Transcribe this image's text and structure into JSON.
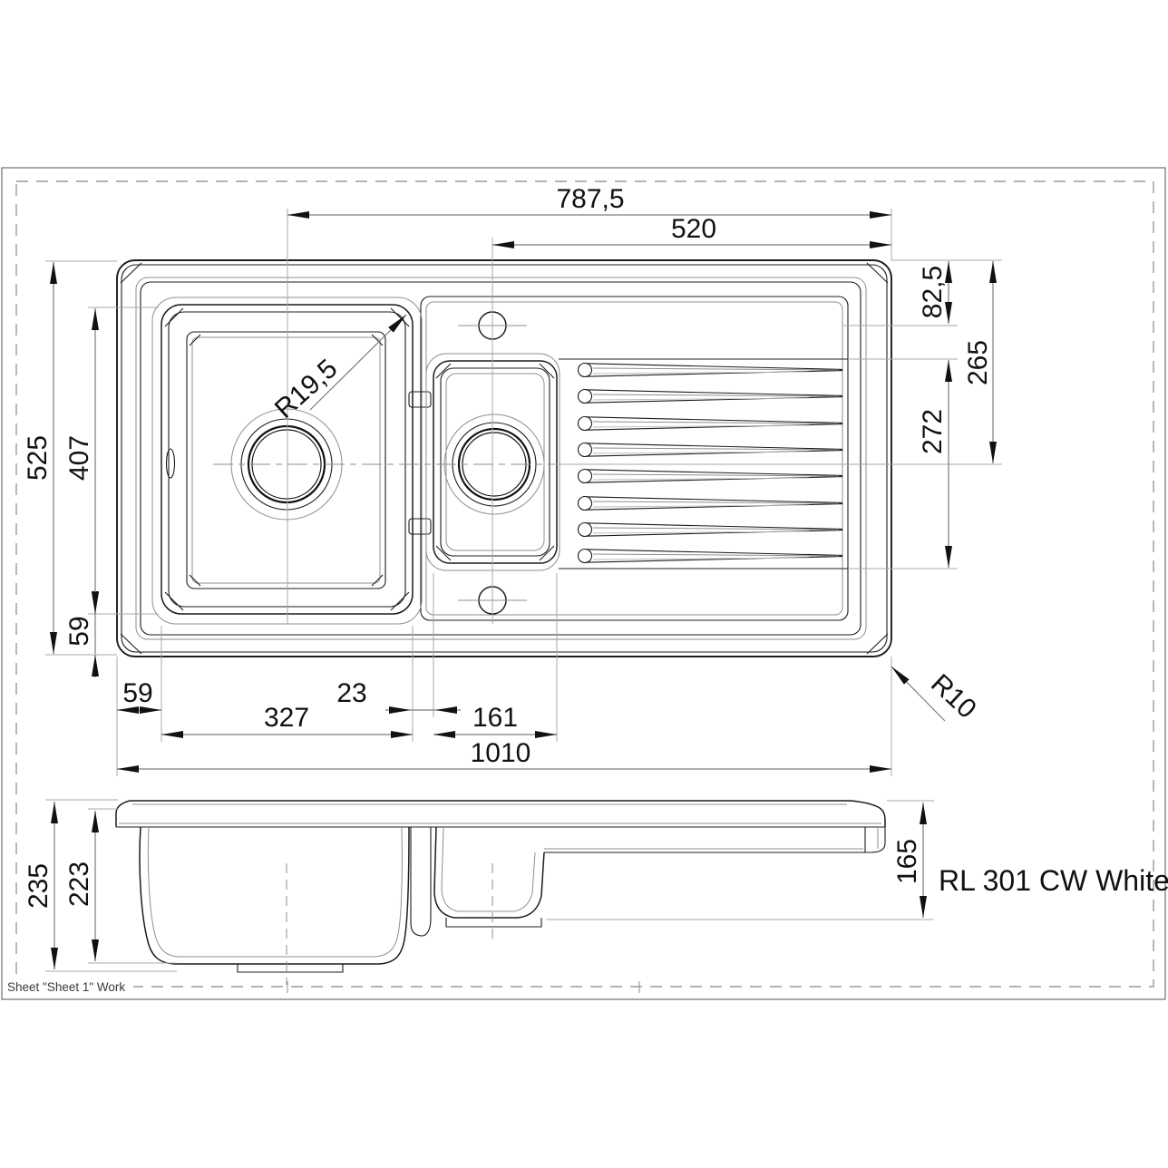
{
  "product_label": "RL 301 CW White",
  "sheet_label": "Sheet \"Sheet 1\" Work",
  "top_view": {
    "dist_edge_to_main_drain": "787,5",
    "dist_edge_to_small_drain": "520",
    "edge_to_faucet_holes": "82,5",
    "edge_to_drain_centerline": "265",
    "drainboard_depth": "272",
    "overall_depth": "525",
    "main_bowl_depth": "407",
    "bowl_to_bottom_edge": "59",
    "left_edge_to_bowl": "59",
    "main_bowl_width": "327",
    "bowl_gap": "23",
    "small_bowl_width": "161",
    "overall_width": "1010",
    "main_bowl_corner_radius": "R19,5",
    "sink_corner_radius": "R10"
  },
  "side_view": {
    "overall_height": "235",
    "bowl_height": "223",
    "drainboard_side_height": "165"
  }
}
